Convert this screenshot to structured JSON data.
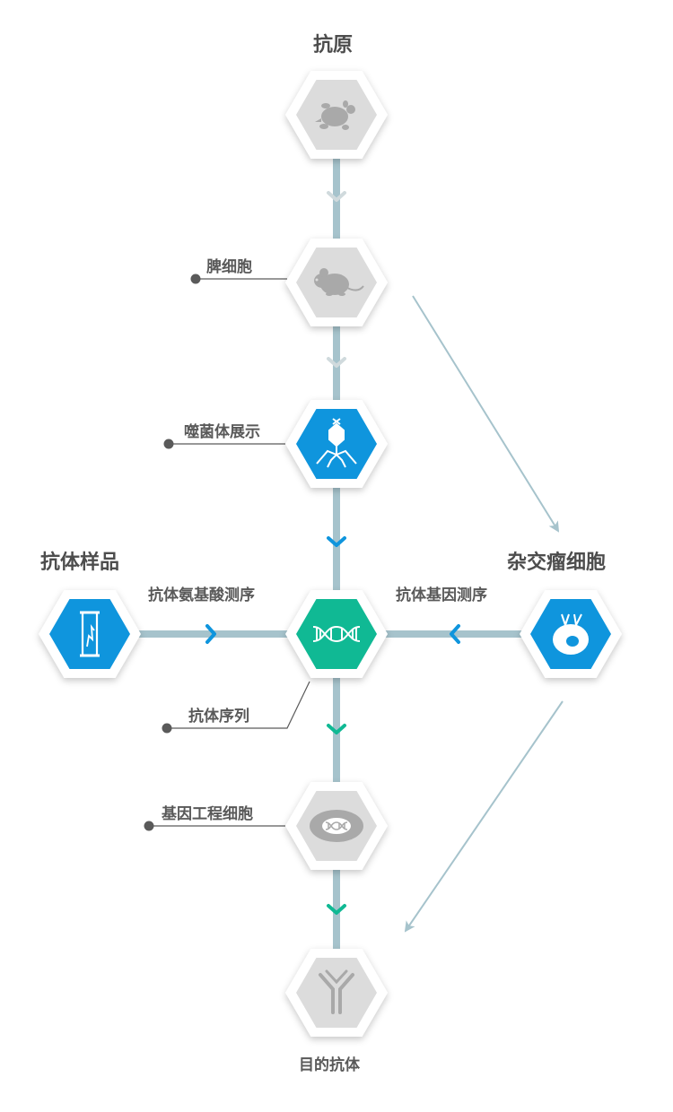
{
  "colors": {
    "line": "#a6c3cc",
    "arrow_gray": "#d0dadd",
    "blue": "#0f95dd",
    "teal": "#10b994",
    "gray_hex": "#dcdcdc",
    "icon_gray": "#a9a9a9",
    "dot": "#5a5a5a",
    "text": "#595959"
  },
  "nodes": {
    "antigen": {
      "title": "抗原",
      "icon": "turtle-icon"
    },
    "spleen": {
      "label": "脾细胞",
      "icon": "mouse-icon"
    },
    "phage": {
      "label": "噬菌体展示",
      "icon": "phage-icon"
    },
    "sample": {
      "title": "抗体样品",
      "icon": "test-tube-icon"
    },
    "sequence": {
      "icon": "dna-icon"
    },
    "hybridoma": {
      "title": "杂交瘤细胞",
      "icon": "hybridoma-cell-icon"
    },
    "engineered": {
      "label": "基因工程细胞",
      "icon": "cell-dna-icon"
    },
    "target": {
      "title": "目的抗体",
      "icon": "antibody-icon"
    }
  },
  "edges": {
    "sample_to_sequence": "抗体氨基酸测序",
    "hybridoma_to_sequence": "抗体基因测序",
    "sequence_output": "抗体序列"
  }
}
